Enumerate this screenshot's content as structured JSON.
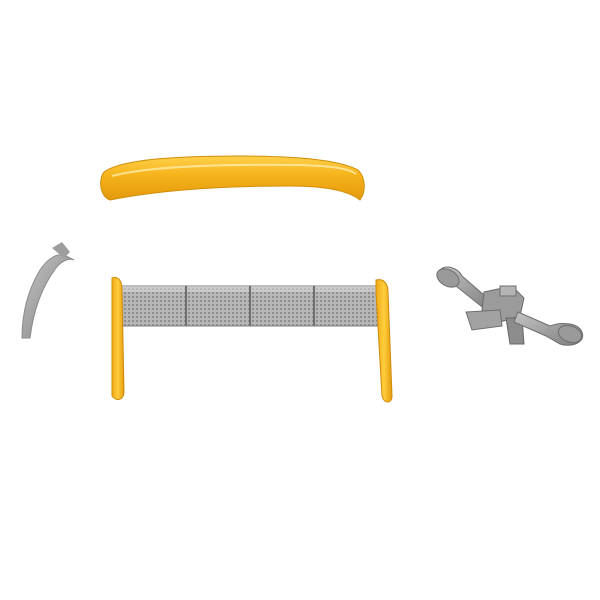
{
  "scene": {
    "background_color": "#ffffff",
    "parts": [
      {
        "name": "wing-top-blade",
        "color": "#f5b21a"
      },
      {
        "name": "wing-end-plate-left",
        "color": "#f5b21a"
      },
      {
        "name": "wing-end-plate-right",
        "color": "#f5b21a"
      },
      {
        "name": "wing-mesh-panel",
        "color": "#9a9a9a"
      },
      {
        "name": "curved-support-strut",
        "color": "#a6a6a6"
      },
      {
        "name": "wing-mount-bracket",
        "color": "#8e8e8e"
      }
    ]
  }
}
